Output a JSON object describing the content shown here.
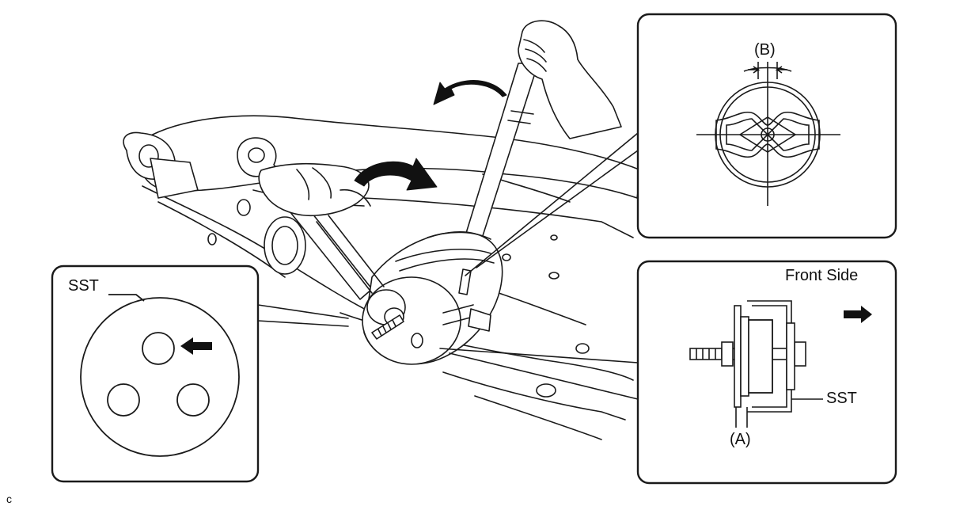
{
  "labels": {
    "sst_left": "SST",
    "sst_right": "SST",
    "front_side": "Front Side",
    "callout_a": "(A)",
    "callout_b": "(B)",
    "corner_code": "c"
  },
  "icons": {
    "rotate_left": "curved-arrow-left-icon",
    "rotate_right": "curved-arrow-right-icon",
    "direction": "arrow-right-icon",
    "hole_indicator": "arrow-left-icon"
  },
  "colors": {
    "line": "#1a1a1a",
    "fill": "#ffffff",
    "accent": "#111111"
  }
}
